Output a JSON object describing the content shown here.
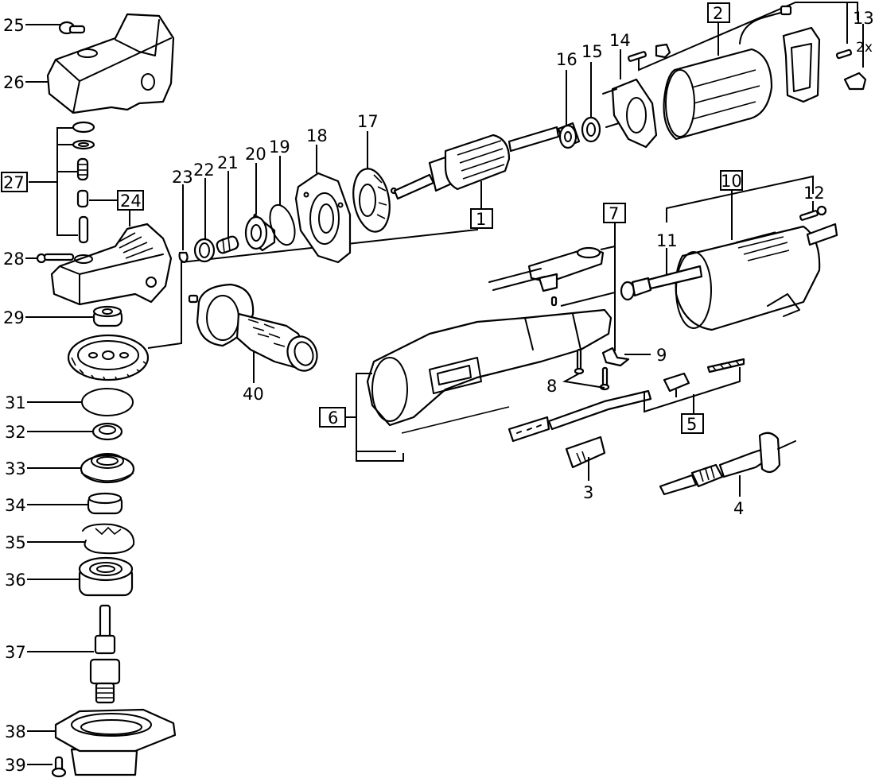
{
  "diagram": {
    "type": "exploded-parts-diagram",
    "subject": "angle polisher / grinder",
    "labels": {
      "p1": "1",
      "p2": "2",
      "p3": "3",
      "p4": "4",
      "p5": "5",
      "p6": "6",
      "p7": "7",
      "p8": "8",
      "p9": "9",
      "p10": "10",
      "p11": "11",
      "p12": "12",
      "p13": "13",
      "p13_qty": "2x",
      "p14": "14",
      "p15": "15",
      "p16": "16",
      "p17": "17",
      "p18": "18",
      "p19": "19",
      "p20": "20",
      "p21": "21",
      "p22": "22",
      "p23": "23",
      "p24": "24",
      "p25": "25",
      "p26": "26",
      "p27": "27",
      "p28": "28",
      "p29": "29",
      "p31": "31",
      "p32": "32",
      "p33": "33",
      "p34": "34",
      "p35": "35",
      "p36": "36",
      "p37": "37",
      "p38": "38",
      "p39": "39",
      "p40": "40"
    },
    "boxed_assemblies": [
      "1",
      "2",
      "5",
      "6",
      "7",
      "10",
      "24",
      "27"
    ]
  }
}
